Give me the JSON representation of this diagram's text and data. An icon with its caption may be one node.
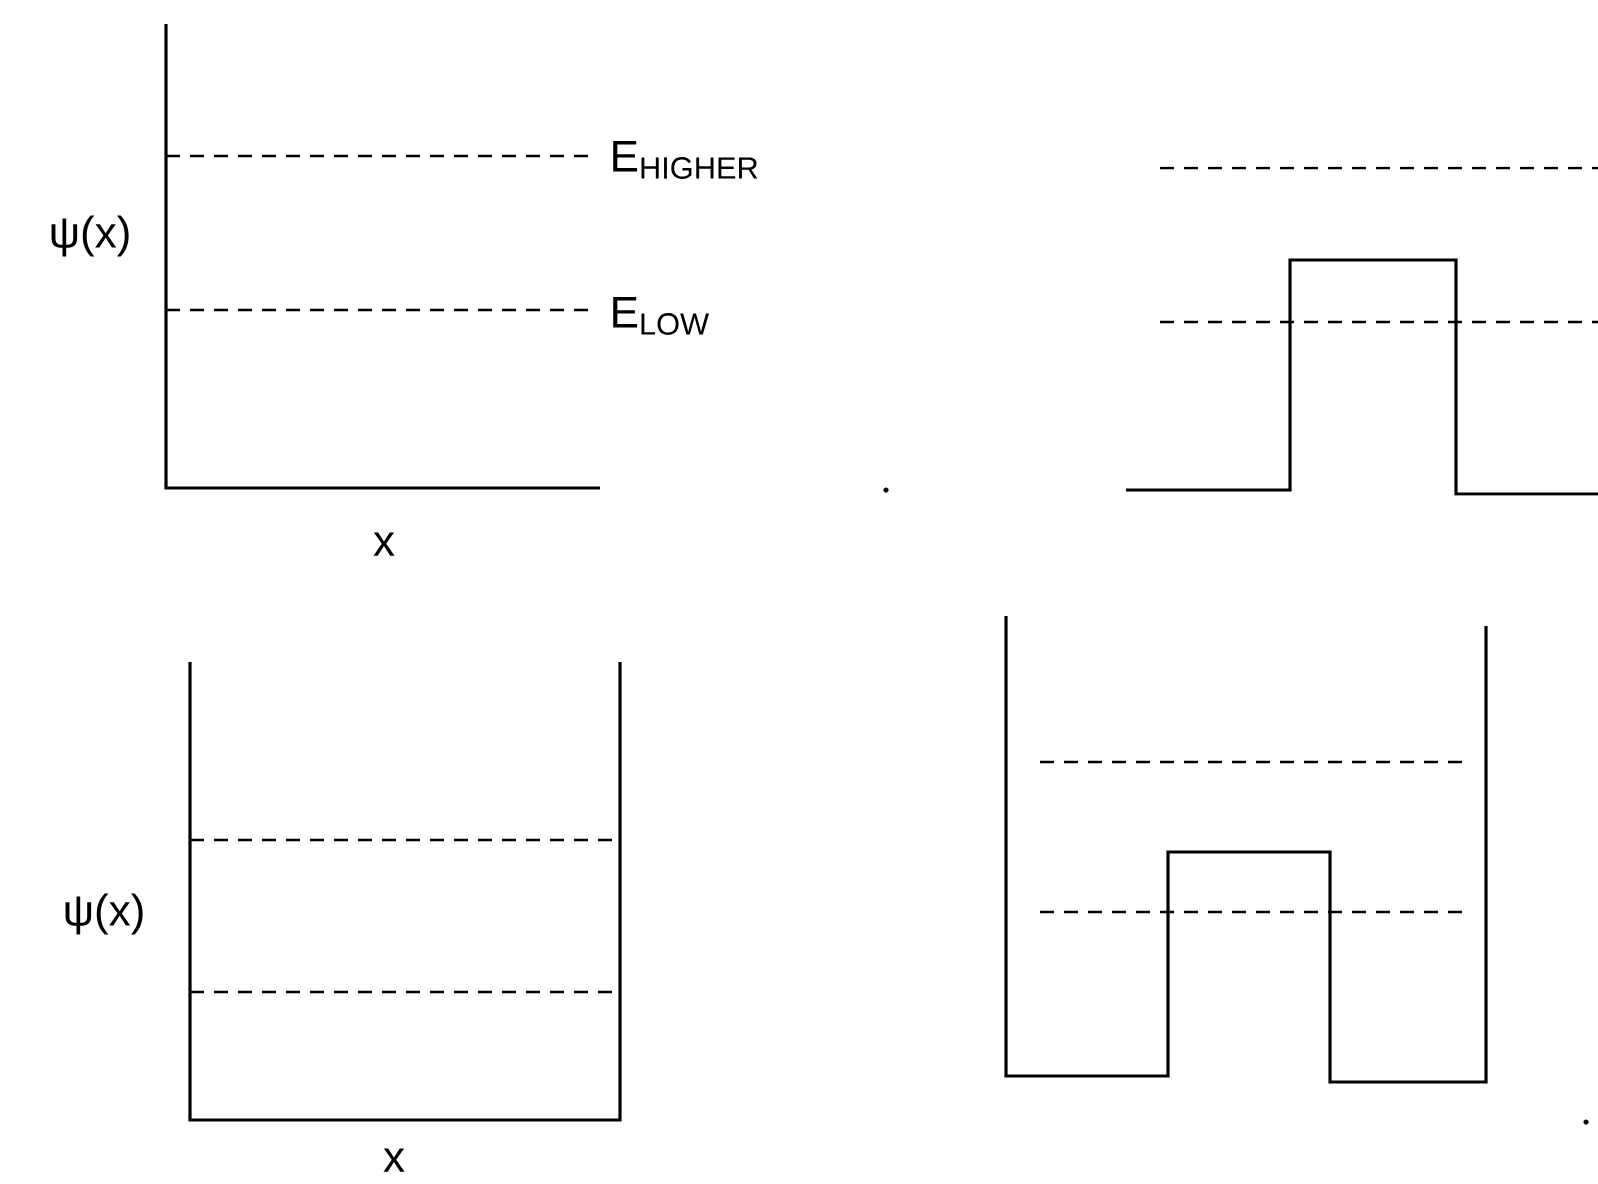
{
  "diagram": {
    "labels": [
      "ψ(x)",
      "E$_{HIGHER}$",
      "E$_{LOW}$",
      "x",
      "ψ(x)",
      "x"
    ]
  }
}
